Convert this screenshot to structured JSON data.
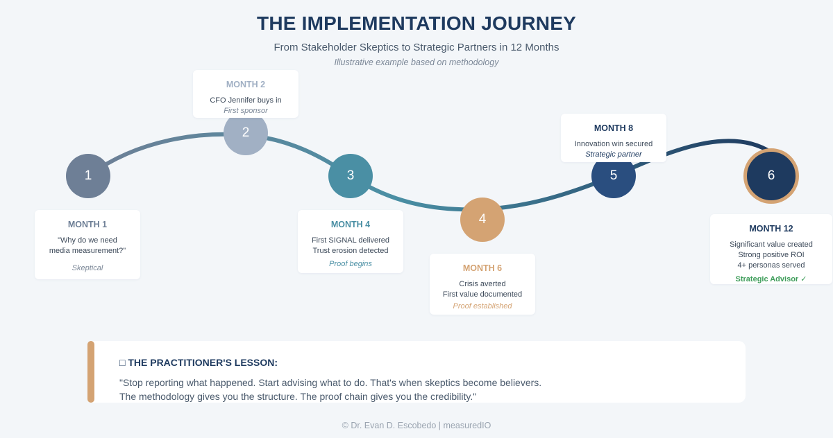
{
  "header": {
    "title": "THE IMPLEMENTATION JOURNEY",
    "subtitle": "From Stakeholder Skeptics to Strategic Partners in 12 Months",
    "note": "Illustrative example based on methodology"
  },
  "milestones": [
    {
      "number": "1",
      "month": "MONTH 1",
      "lines": [
        "\"Why do we need",
        "media measurement?\""
      ],
      "tag": "Skeptical",
      "color": "#6e7f96",
      "tag_color": "#7b8797"
    },
    {
      "number": "2",
      "month": "MONTH 2",
      "lines": [
        "CFO Jennifer buys in"
      ],
      "tag": "First sponsor",
      "color": "#a1b0c4",
      "tag_color": "#7b8797"
    },
    {
      "number": "3",
      "month": "MONTH 4",
      "lines": [
        "First SIGNAL delivered",
        "Trust erosion detected"
      ],
      "tag": "Proof begins",
      "color": "#4a8fa4",
      "tag_color": "#4a8fa4"
    },
    {
      "number": "4",
      "month": "MONTH 6",
      "lines": [
        "Crisis averted",
        "First value documented"
      ],
      "tag": "Proof established",
      "color": "#d4a373",
      "tag_color": "#d4a373"
    },
    {
      "number": "5",
      "month": "MONTH 8",
      "lines": [
        "Innovation win secured"
      ],
      "tag": "Strategic partner",
      "color": "#2a4e7f",
      "tag_color": "#1e3a5f"
    },
    {
      "number": "6",
      "month": "MONTH 12",
      "lines": [
        "Significant value created",
        "Strong positive ROI",
        "4+ personas served"
      ],
      "tag": "Strategic Advisor ✓",
      "color": "#1e3a5f",
      "tag_color": "#3e9d5a"
    }
  ],
  "lesson": {
    "icon": "lightbulb-icon",
    "heading": "□ THE PRACTITIONER'S LESSON:",
    "quote_line1": "\"Stop reporting what happened. Start advising what to do. That's when skeptics become believers.",
    "quote_line2": "The methodology gives you the structure. The proof chain gives you the credibility.\"",
    "accent_color": "#d4a373"
  },
  "footer": "© Dr. Evan D. Escobedo | measuredIO"
}
